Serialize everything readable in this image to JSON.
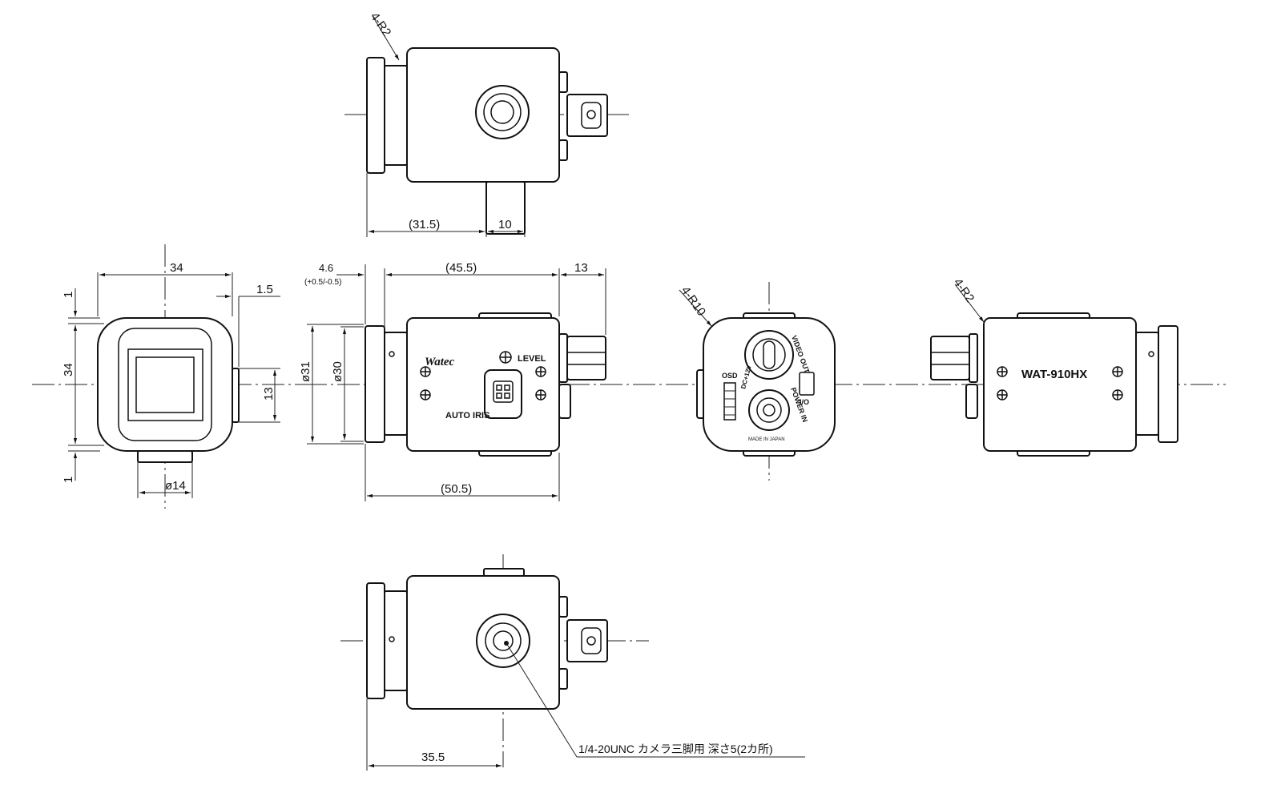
{
  "dimensions": {
    "top_view": {
      "length": "(31.5)",
      "mount": "10",
      "radius": "4-R2"
    },
    "front_view": {
      "width": "34",
      "height": "34",
      "offset": "1.5",
      "margin_top": "1",
      "margin_bottom": "1",
      "connector_h": "13",
      "tripod_d": "ø14"
    },
    "side_view": {
      "flange": "4.6",
      "flange_tol": "(+0.5/-0.5)",
      "body_len": "(45.5)",
      "bnc_len": "13",
      "total_len": "(50.5)",
      "dia_outer": "ø31",
      "dia_inner": "ø30"
    },
    "rear_view": {
      "radius": "4-R10"
    },
    "side_view_2": {
      "radius": "4-R2"
    },
    "bottom_view": {
      "position": "35.5",
      "note": "1/4-20UNC カメラ三脚用 深さ5(2カ所)"
    }
  },
  "labels": {
    "brand": "Watec",
    "level": "LEVEL",
    "auto_iris": "AUTO IRIS",
    "model": "WAT-910HX",
    "video_out": "VIDEO OUT",
    "power_in": "POWER IN",
    "dc": "DC+12V",
    "osd": "OSD",
    "io": "I/O",
    "made_in": "MADE IN JAPAN"
  }
}
